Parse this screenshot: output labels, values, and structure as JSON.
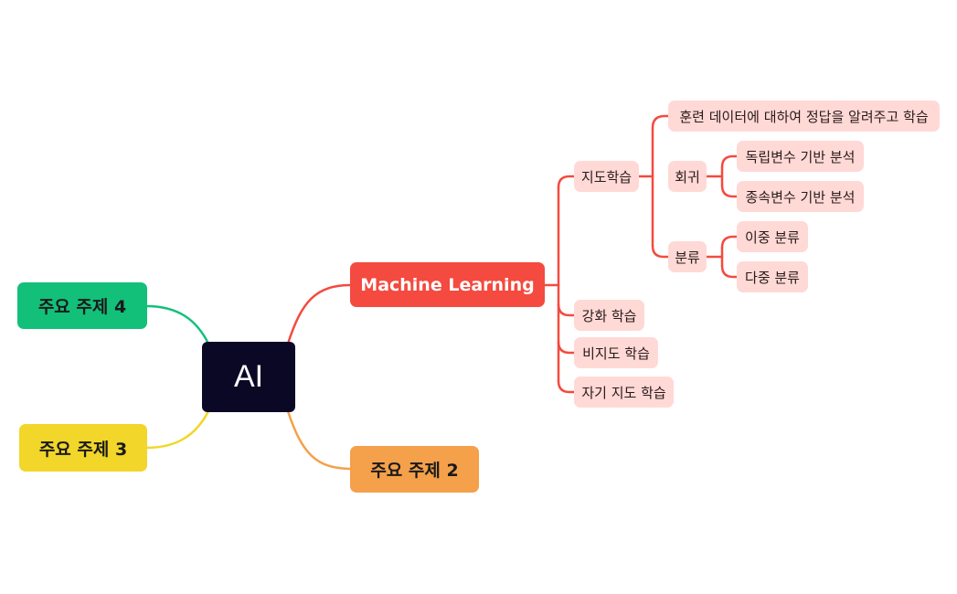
{
  "root": {
    "label": "AI"
  },
  "main_topics": {
    "ml": {
      "label": "Machine Learning",
      "color": "#f44a3f"
    },
    "topic2": {
      "label": "주요 주제 2",
      "color": "#f5a04a"
    },
    "topic3": {
      "label": "주요 주제 3",
      "color": "#f2d629"
    },
    "topic4": {
      "label": "주요 주제 4",
      "color": "#12c07a"
    }
  },
  "ml_children": {
    "supervised": {
      "label": "지도학습"
    },
    "supervised_desc": {
      "label": "훈련 데이터에 대하여 정답을 알려주고 학습"
    },
    "regression": {
      "label": "회귀"
    },
    "regression_a": {
      "label": "독립변수 기반 분석"
    },
    "regression_b": {
      "label": "종속변수 기반 분석"
    },
    "classification": {
      "label": "분류"
    },
    "classification_a": {
      "label": "이중 분류"
    },
    "classification_b": {
      "label": "다중 분류"
    },
    "reinforcement": {
      "label": "강화 학습"
    },
    "unsupervised": {
      "label": "비지도 학습"
    },
    "self_supervised": {
      "label": "자기 지도 학습"
    }
  },
  "colors": {
    "root_bg": "#0b0826",
    "subtopic_bg": "#ffd9d6",
    "ml_line": "#f44a3f"
  }
}
